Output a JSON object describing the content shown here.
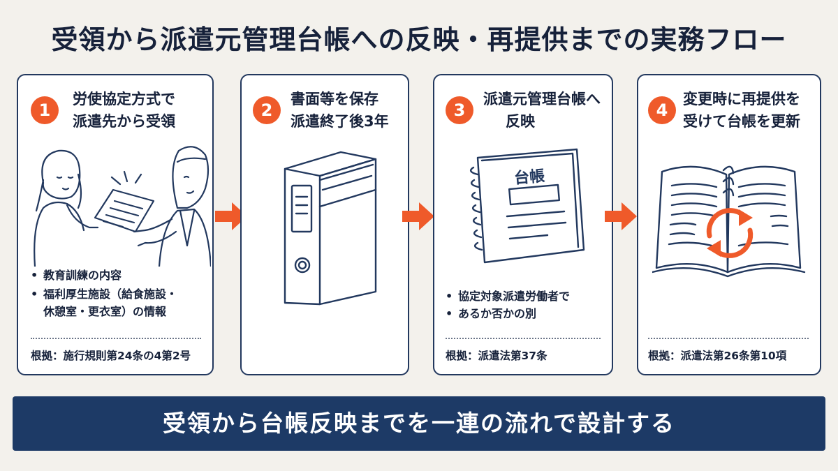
{
  "title": "受領から派遣元管理台帳への反映・再提供までの実務フロー",
  "steps": [
    {
      "number": "1",
      "heading_line1": "労使協定方式で",
      "heading_line2": "派遣先から受領",
      "bullets": [
        "教育訓練の内容",
        "福利厚生施設（給食施設・",
        "休憩室・更衣室）の情報"
      ],
      "basis": "根拠：施行規則第24条の4第2号"
    },
    {
      "number": "2",
      "heading_line1": "書面等を保存",
      "heading_line2": "派遣終了後3年"
    },
    {
      "number": "3",
      "heading_line1": "派遣元管理台帳へ",
      "heading_line2": "反映",
      "ledger_label": "台帳",
      "bullets": [
        "協定対象派遣労働者で",
        "あるか否かの別"
      ],
      "basis": "根拠：派遣法第37条"
    },
    {
      "number": "4",
      "heading_line1": "変更時に再提供を",
      "heading_line2": "受けて台帳を更新",
      "basis": "根拠：派遣法第26条第10項"
    }
  ],
  "banner": "受領から台帳反映までを一連の流れで設計する",
  "colors": {
    "accent": "#ef5a2a",
    "navy": "#1d3a66",
    "outline": "#22385e"
  }
}
